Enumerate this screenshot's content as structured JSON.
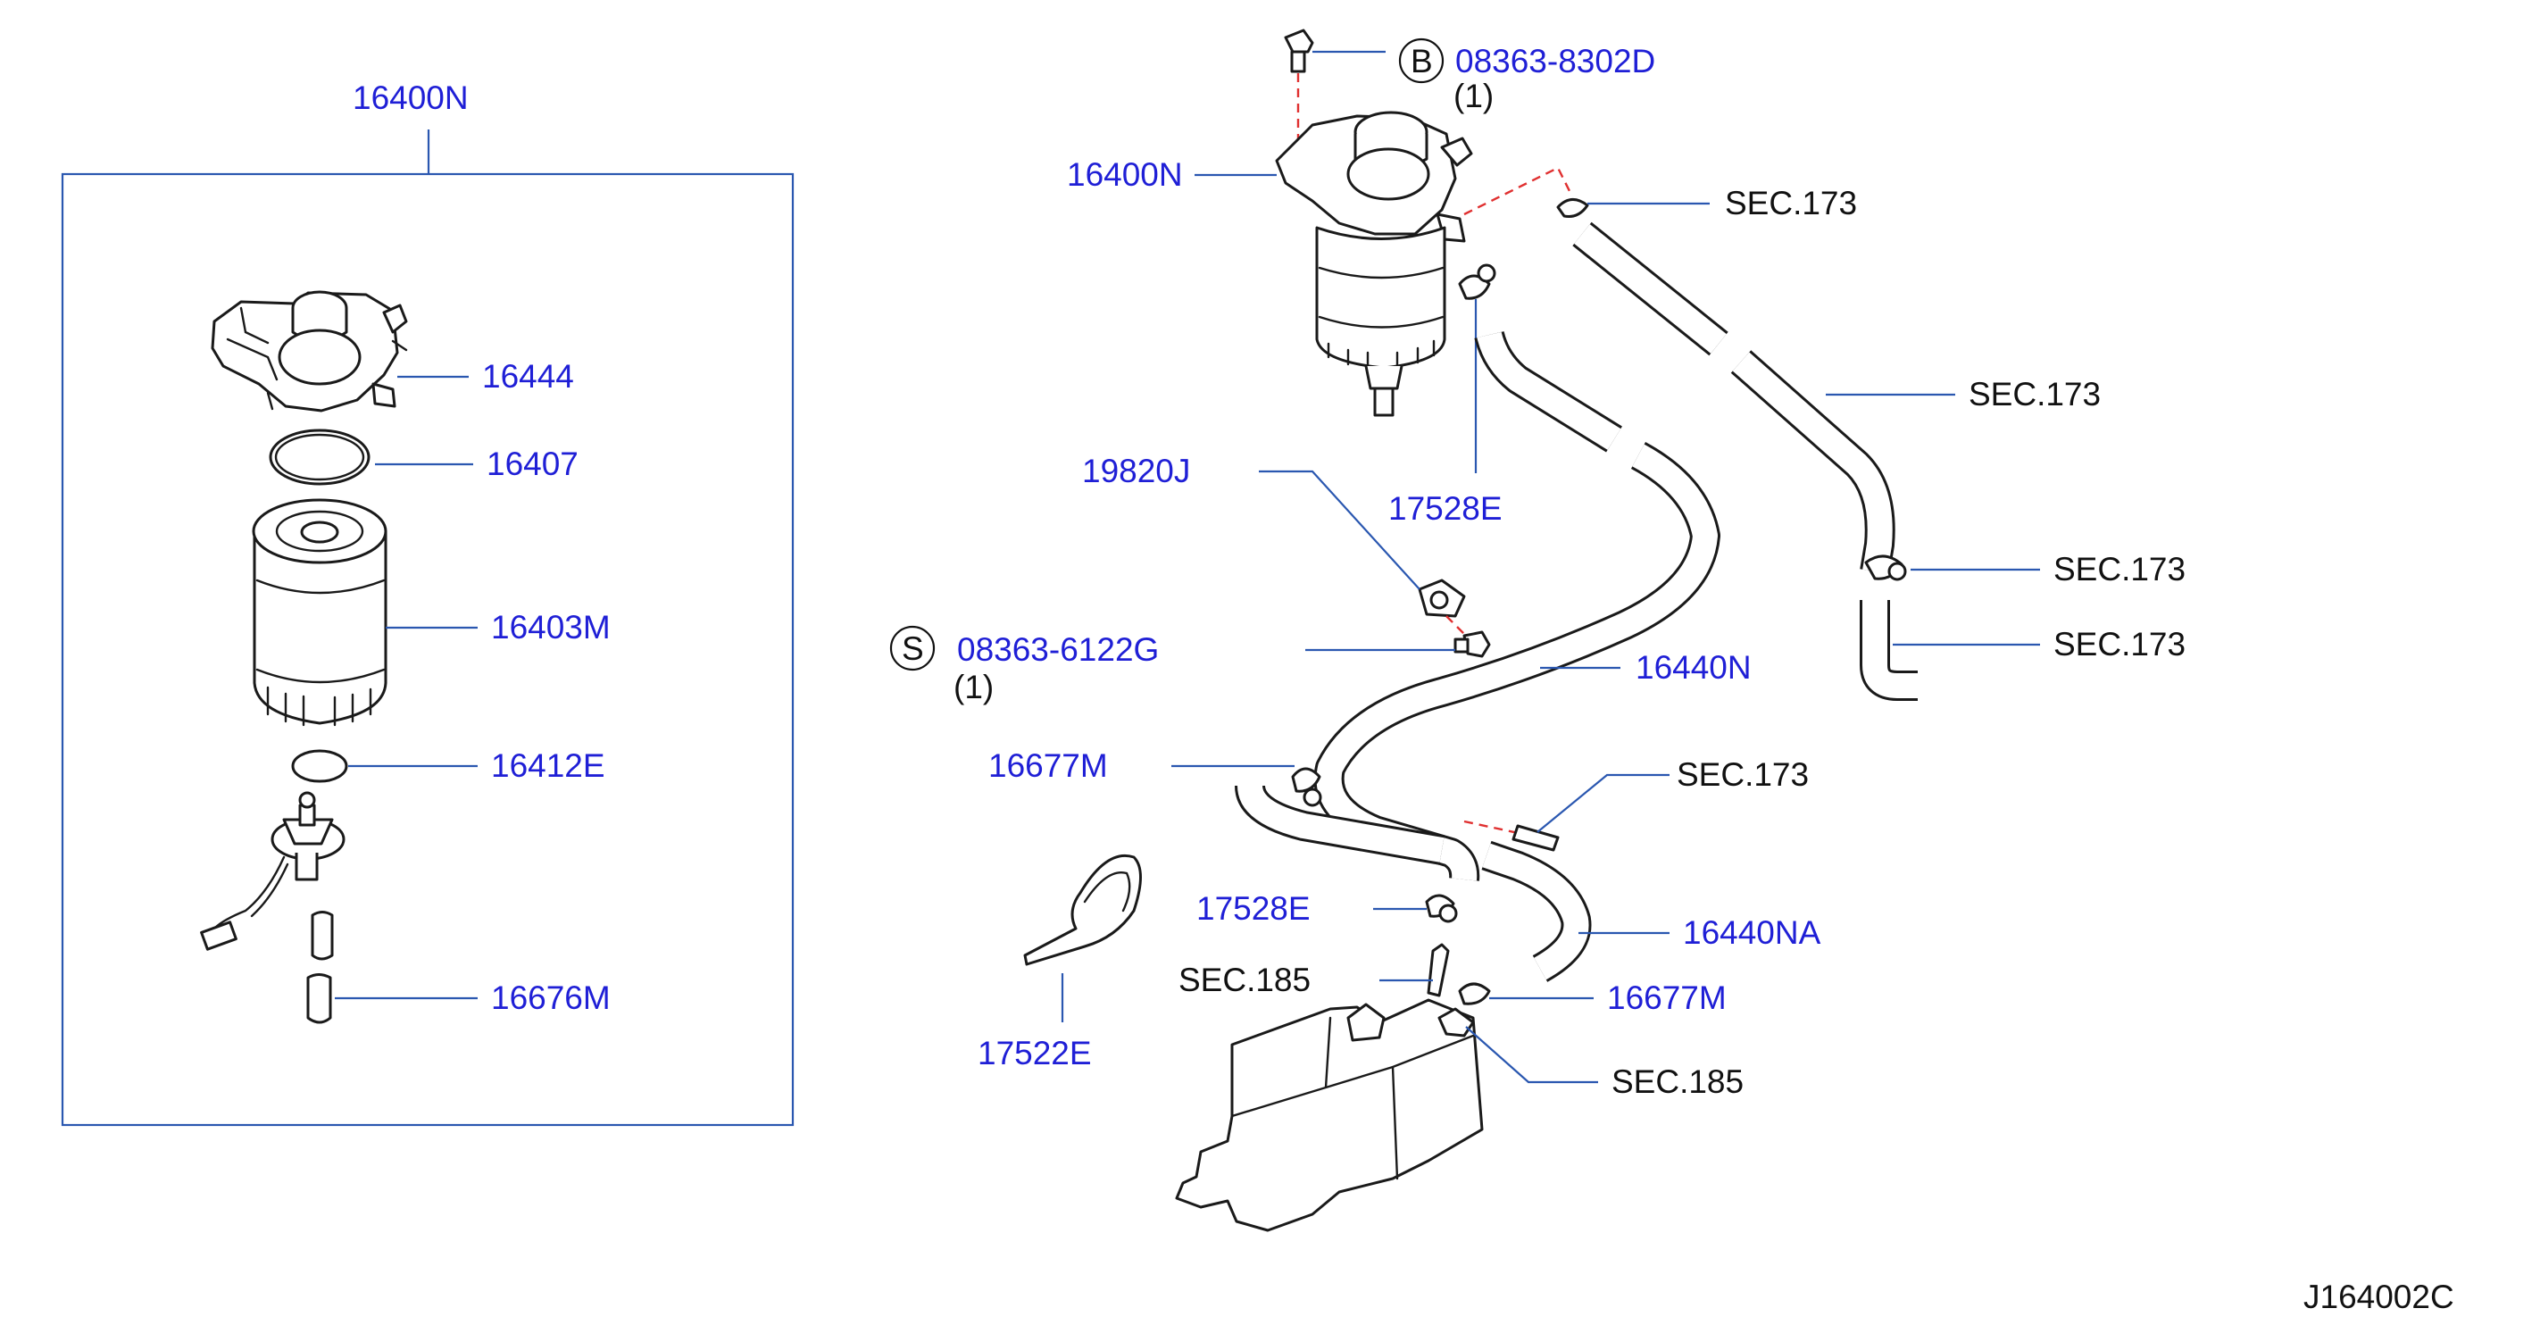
{
  "diagram": {
    "group_label": "16400N",
    "drawing_code": "J164002C",
    "left_group": {
      "upper_body": "16444",
      "o_ring": "16407",
      "element": "16403M",
      "small_ring": "16412E",
      "hose": "16676M"
    },
    "bolt_b": {
      "letter": "B",
      "part": "08363-8302D",
      "qty": "(1)"
    },
    "screw_s": {
      "letter": "S",
      "part": "08363-6122G",
      "qty": "(1)"
    },
    "assembly": "16400N",
    "bracket": "19820J",
    "clamp_upper": "17528E",
    "clamp_lower": "17528E",
    "hose_main": "16440N",
    "hose_lower": "16440NA",
    "clip_left": "16677M",
    "clip_right": "16677M",
    "band": "17522E",
    "sec_173_a": "SEC.173",
    "sec_173_b": "SEC.173",
    "sec_173_c": "SEC.173",
    "sec_173_d": "SEC.173",
    "sec_173_e": "SEC.173",
    "sec_185_a": "SEC.185",
    "sec_185_b": "SEC.185"
  }
}
